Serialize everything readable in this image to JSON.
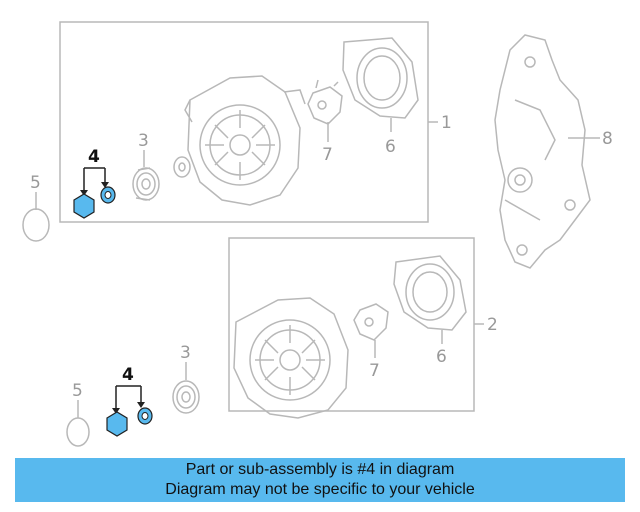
{
  "labels": {
    "top": {
      "l1": "1",
      "l3": "3",
      "l4": "4",
      "l5": "5",
      "l6": "6",
      "l7": "7",
      "l8": "8"
    },
    "bottom": {
      "l2": "2",
      "l3": "3",
      "l4": "4",
      "l5": "5",
      "l6": "6",
      "l7": "7"
    }
  },
  "colors": {
    "part_highlight": "#58b9ee",
    "line": "#b8b8b8",
    "banner_bg": "#58b9ee"
  },
  "banner": {
    "line1": "Part or sub-assembly is #4 in diagram",
    "line2": "Diagram may not be specific to your vehicle"
  }
}
